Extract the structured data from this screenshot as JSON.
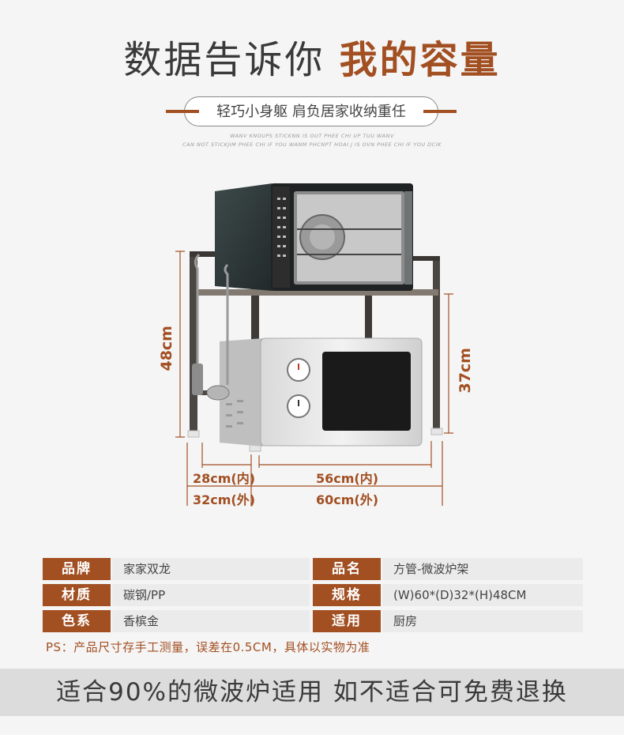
{
  "header": {
    "title_part1": "数据告诉你",
    "title_part2": "我的容量",
    "tagline": "轻巧小身躯 肩负居家收纳重任",
    "small_line1": "WANV KNOUPS STICKNN IS OUT PHEE CHI UP TUU WANV",
    "small_line2": "CAN NOT STICKJIM PHEE CHI IF YOU WANM PHCNPT HOAI J IS OVN PHEE CHI IF YOU DCIK"
  },
  "diagram": {
    "height_outer": "48cm",
    "height_inner": "37cm",
    "depth_inner": "28cm(内)",
    "depth_outer": "32cm(外)",
    "width_inner": "56cm(内)",
    "width_outer": "60cm(外)"
  },
  "specs": {
    "rows": [
      {
        "label1": "品牌",
        "value1": "家家双龙",
        "label2": "品名",
        "value2": "方管-微波炉架"
      },
      {
        "label1": "材质",
        "value1": "碳钢/PP",
        "label2": "规格",
        "value2": "(W)60*(D)32*(H)48CM"
      },
      {
        "label1": "色系",
        "value1": "香槟金",
        "label2": "适用",
        "value2": "厨房"
      }
    ],
    "note": "PS：产品尺寸存手工测量，误差在0.5CM，具体以实物为准"
  },
  "banner": "适合90%的微波炉适用 如不适合可免费退换",
  "colors": {
    "accent": "#a24f22",
    "background": "#f5f5f5"
  }
}
